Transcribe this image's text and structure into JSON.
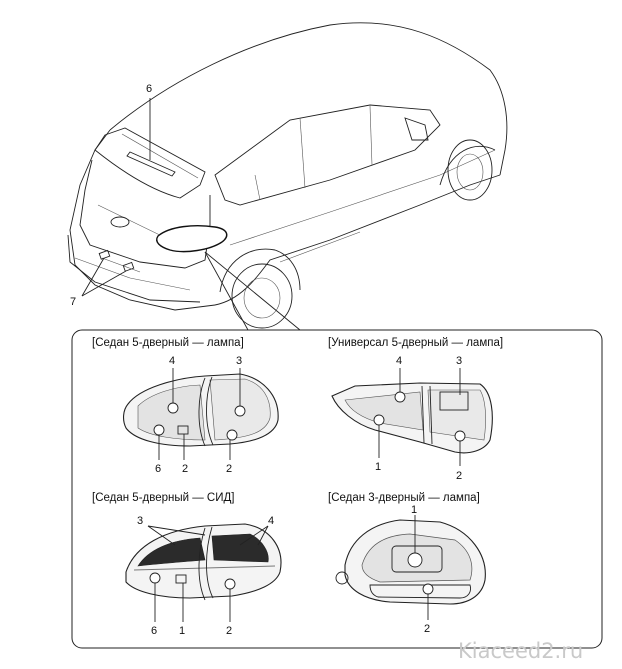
{
  "callouts_main": {
    "hmsl": "6",
    "license": "7"
  },
  "panels": [
    {
      "title": "[Седан 5-дверный — лампа]",
      "labels": [
        "4",
        "3",
        "6",
        "2",
        "2"
      ]
    },
    {
      "title": "[Универсал 5-дверный — лампа]",
      "labels": [
        "4",
        "3",
        "1",
        "2"
      ]
    },
    {
      "title": "[Седан 5-дверный — СИД]",
      "labels": [
        "3",
        "4",
        "6",
        "1",
        "2"
      ]
    },
    {
      "title": "[Седан 3-дверный — лампа]",
      "labels": [
        "1",
        "2"
      ]
    }
  ],
  "watermark": "Kiaceed2.ru"
}
